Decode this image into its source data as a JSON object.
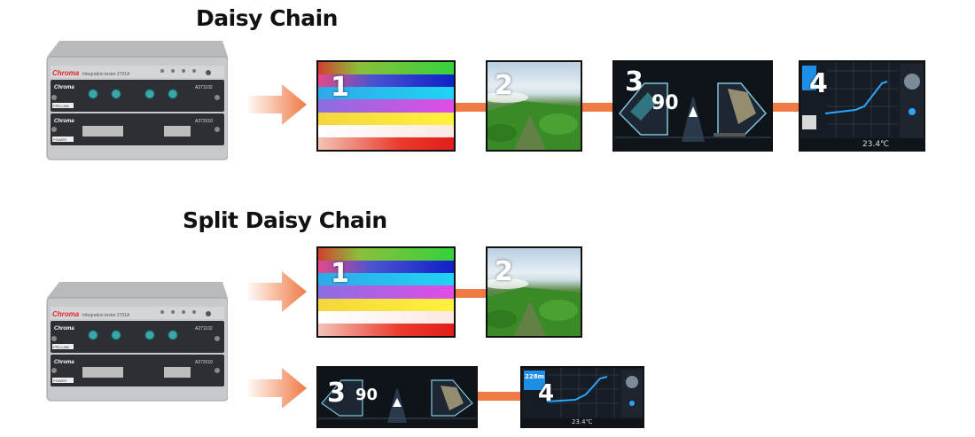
{
  "top_section": {
    "title": "Daisy Chain",
    "screens": [
      {
        "number": "1",
        "content": "color bars test pattern"
      },
      {
        "number": "2",
        "content": "coastal landscape photo"
      },
      {
        "number": "3",
        "content": "digital instrument cluster",
        "speed": "90"
      },
      {
        "number": "4",
        "content": "navigation map",
        "temperature": "23.4℃"
      }
    ]
  },
  "bottom_section": {
    "title": "Split Daisy Chain",
    "row1": [
      {
        "number": "1",
        "content": "color bars test pattern"
      },
      {
        "number": "2",
        "content": "coastal landscape photo"
      }
    ],
    "row2": [
      {
        "number": "3",
        "content": "digital instrument cluster",
        "speed": "90"
      },
      {
        "number": "4",
        "content": "navigation map",
        "temperature": "23.4℃",
        "distance": "228m"
      }
    ]
  },
  "device": {
    "brand": "Chroma",
    "model": "Integration tester 2701A",
    "card1": "A271102",
    "card2": "A272010",
    "label_fpd": "FPD-LINK",
    "label_power": "POWER"
  },
  "colors": {
    "arrow": "#f07a44",
    "connector": "#f07a44",
    "chassis": "#c8c9cc",
    "faceplate": "#2c2f34"
  }
}
